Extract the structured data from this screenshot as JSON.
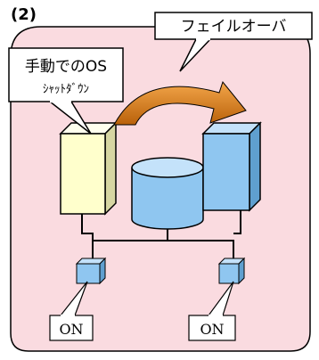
{
  "figure": {
    "number_label": "(2)",
    "failover_callout": "フェイルオーバ",
    "manual_shutdown_line1": "手動でのOS",
    "manual_shutdown_line2": "ｼｬｯﾄﾀﾞｳﾝ",
    "left_power_label": "ON",
    "right_power_label": "ON"
  },
  "colors": {
    "panel_fill": "#fadbe0",
    "left_server": "#ffffcc",
    "right_server": "#8fc6f0",
    "storage": "#8fc6f0",
    "switch": "#8fc6f0",
    "arrow": "#d27b0c"
  }
}
